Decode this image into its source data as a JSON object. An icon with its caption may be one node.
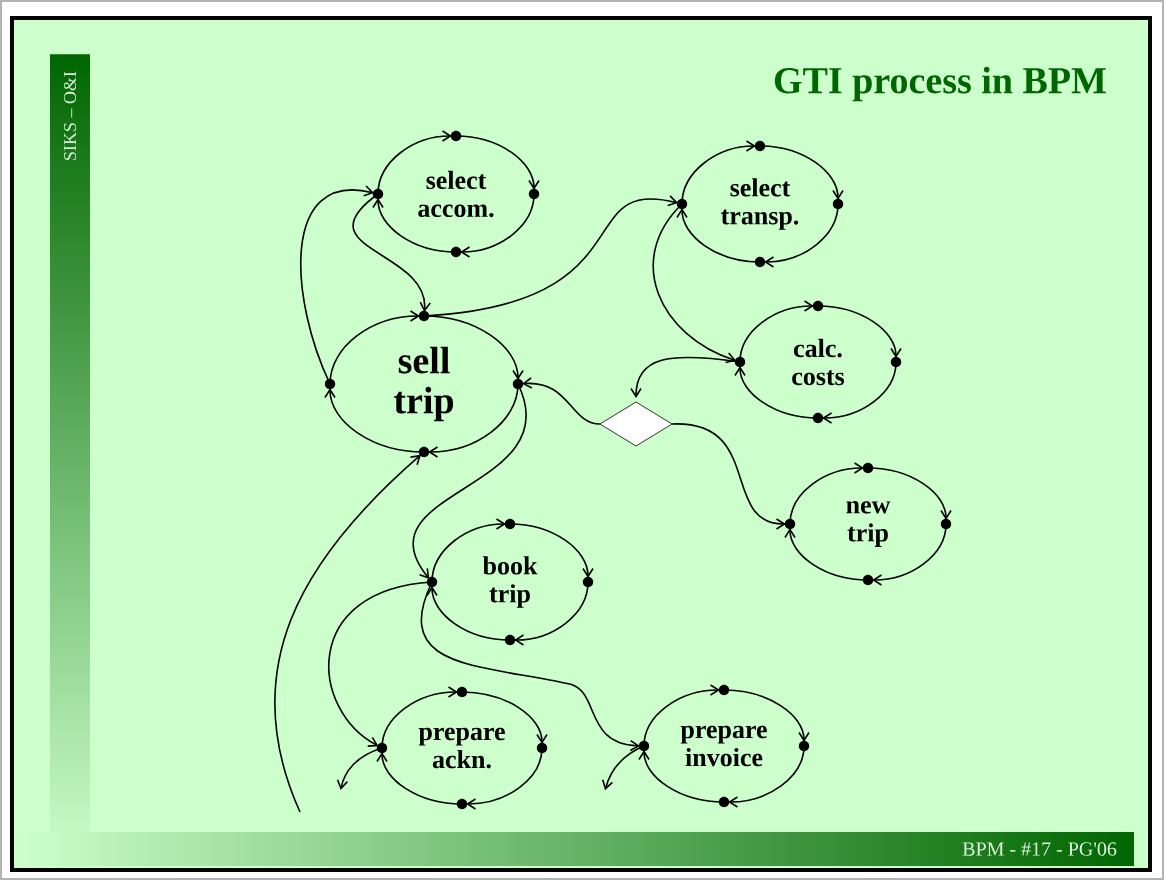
{
  "diagram": {
    "title": "GTI process in BPM",
    "nodes": [
      {
        "text": [
          "select accom."
        ]
      },
      {
        "text": [
          "select transp."
        ]
      },
      {
        "text": [
          "sell trip"
        ]
      },
      {
        "text": [
          "calc. costs"
        ]
      },
      {
        "text": [],
        "shape": "diamond"
      },
      {
        "text": [
          "new trip"
        ]
      },
      {
        "text": [
          "book trip"
        ]
      },
      {
        "text": [
          "prepare ackn."
        ]
      },
      {
        "text": [
          "prepare invoice"
        ]
      }
    ],
    "edges": [
      {
        "from": 2,
        "to": 0,
        "arrow": "to"
      },
      {
        "from": 0,
        "to": 2,
        "arrow": "to"
      },
      {
        "from": 2,
        "to": 1,
        "arrow": "to"
      },
      {
        "from": 1,
        "to": 3,
        "arrow": "to"
      },
      {
        "from": 3,
        "to": 4,
        "arrow": "to"
      },
      {
        "from": 4,
        "to": 2,
        "arrow": "to"
      },
      {
        "from": 4,
        "to": 5,
        "arrow": "to"
      },
      {
        "from": 2,
        "to": 6,
        "arrow": "to"
      },
      {
        "from": 6,
        "to": 7,
        "arrow": "to"
      },
      {
        "from": 6,
        "to": 8,
        "arrow": "to"
      },
      {
        "from": 7,
        "to": null,
        "arrow": "to"
      },
      {
        "from": 8,
        "to": null,
        "arrow": "to"
      },
      {
        "from": null,
        "to": 2,
        "arrow": "to"
      }
    ],
    "labels": [
      "SIKS – O&I",
      "BPM - #17 - PG'06"
    ]
  }
}
